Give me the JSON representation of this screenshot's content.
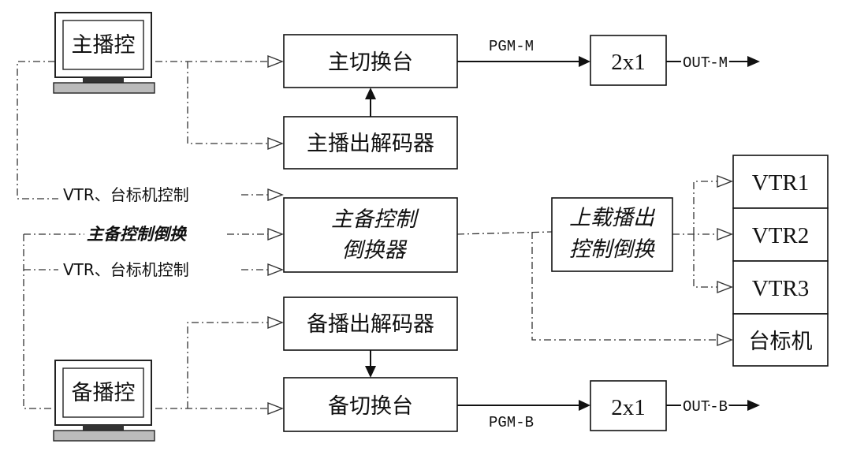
{
  "consoles": {
    "main": "主播控",
    "backup": "备播控"
  },
  "boxes": {
    "main_switcher": "主切换台",
    "main_decoder": "主播出解码器",
    "backup_switcher": "备切换台",
    "backup_decoder": "备播出解码器",
    "control_switch_line1": "主备控制",
    "control_switch_line2": "倒换器",
    "upload_line1": "上载播出",
    "upload_line2": "控制倒换",
    "splitter_main": "2x1",
    "splitter_backup": "2x1"
  },
  "devices": [
    "VTR1",
    "VTR2",
    "VTR3",
    "台标机"
  ],
  "labels": {
    "pgm_main": "PGM-M",
    "pgm_backup": "PGM-B",
    "out_main": "OUT-M",
    "out_backup": "OUT-B",
    "vtr_control_1": "VTR、台标机控制",
    "vtr_control_2": "VTR、台标机控制",
    "backup_control": "主备控制倒换"
  }
}
